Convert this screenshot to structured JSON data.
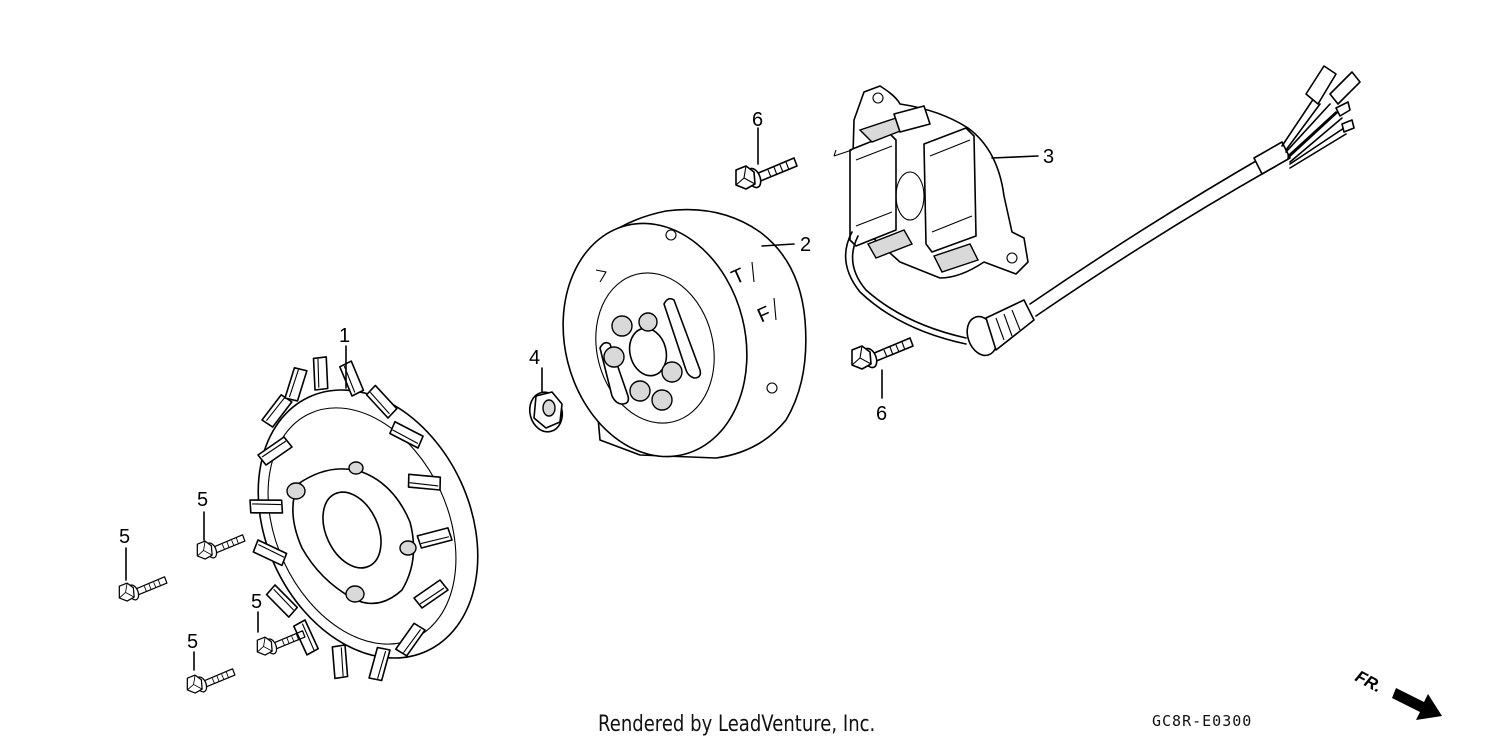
{
  "parts": {
    "p1": "1",
    "p2": "2",
    "p3": "3",
    "p4": "4",
    "p5": "5",
    "p6": "6"
  },
  "rotor_markings": {
    "t": "T",
    "f": "F"
  },
  "direction_marker": "FR.",
  "diagram_code": "GC8R-E0300",
  "footer_credit": "Rendered by LeadVenture, Inc."
}
